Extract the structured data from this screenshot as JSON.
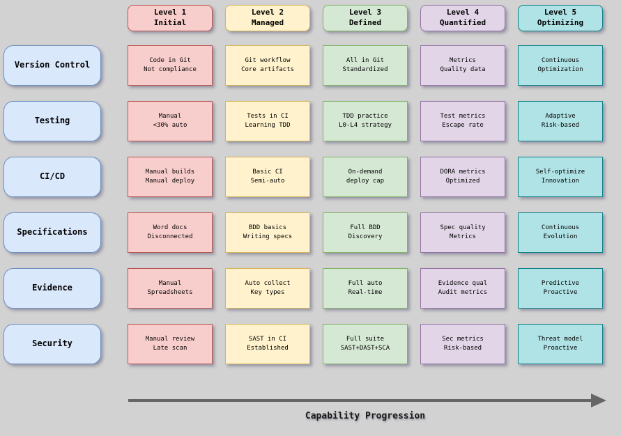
{
  "page": {
    "background": "#d2d2d2"
  },
  "columns": [
    {
      "id": "level1",
      "title": "Level 1",
      "subtitle": "Initial",
      "fill": "#f8cecc",
      "stroke": "#b85450"
    },
    {
      "id": "level2",
      "title": "Level 2",
      "subtitle": "Managed",
      "fill": "#fff2cc",
      "stroke": "#d6b656"
    },
    {
      "id": "level3",
      "title": "Level 3",
      "subtitle": "Defined",
      "fill": "#d5e8d4",
      "stroke": "#82b366"
    },
    {
      "id": "level4",
      "title": "Level 4",
      "subtitle": "Quantified",
      "fill": "#e1d5e7",
      "stroke": "#9673a6"
    },
    {
      "id": "level5",
      "title": "Level 5",
      "subtitle": "Optimizing",
      "fill": "#b0e3e6",
      "stroke": "#0e8088"
    }
  ],
  "row_header_style": {
    "fill": "#dae8fc",
    "stroke": "#6c8ebf"
  },
  "rows": [
    {
      "id": "version-control",
      "label": "Version Control",
      "cells": [
        {
          "line1": "Code in Git",
          "line2": "Not compliance"
        },
        {
          "line1": "Git workflow",
          "line2": "Core artifacts"
        },
        {
          "line1": "All in Git",
          "line2": "Standardized"
        },
        {
          "line1": "Metrics",
          "line2": "Quality data"
        },
        {
          "line1": "Continuous",
          "line2": "Optimization"
        }
      ]
    },
    {
      "id": "testing",
      "label": "Testing",
      "cells": [
        {
          "line1": "Manual",
          "line2": "<30% auto"
        },
        {
          "line1": "Tests in CI",
          "line2": "Learning TDD"
        },
        {
          "line1": "TDD practice",
          "line2": "L0-L4 strategy"
        },
        {
          "line1": "Test metrics",
          "line2": "Escape rate"
        },
        {
          "line1": "Adaptive",
          "line2": "Risk-based"
        }
      ]
    },
    {
      "id": "cicd",
      "label": "CI/CD",
      "cells": [
        {
          "line1": "Manual builds",
          "line2": "Manual deploy"
        },
        {
          "line1": "Basic CI",
          "line2": "Semi-auto"
        },
        {
          "line1": "On-demand",
          "line2": "deploy cap"
        },
        {
          "line1": "DORA metrics",
          "line2": "Optimized"
        },
        {
          "line1": "Self-optimize",
          "line2": "Innovation"
        }
      ]
    },
    {
      "id": "specifications",
      "label": "Specifications",
      "cells": [
        {
          "line1": "Word docs",
          "line2": "Disconnected"
        },
        {
          "line1": "BDD basics",
          "line2": "Writing specs"
        },
        {
          "line1": "Full BDD",
          "line2": "Discovery"
        },
        {
          "line1": "Spec quality",
          "line2": "Metrics"
        },
        {
          "line1": "Continuous",
          "line2": "Evolution"
        }
      ]
    },
    {
      "id": "evidence",
      "label": "Evidence",
      "cells": [
        {
          "line1": "Manual",
          "line2": "Spreadsheets"
        },
        {
          "line1": "Auto collect",
          "line2": "Key types"
        },
        {
          "line1": "Full auto",
          "line2": "Real-time"
        },
        {
          "line1": "Evidence qual",
          "line2": "Audit metrics"
        },
        {
          "line1": "Predictive",
          "line2": "Proactive"
        }
      ]
    },
    {
      "id": "security",
      "label": "Security",
      "cells": [
        {
          "line1": "Manual review",
          "line2": "Late scan"
        },
        {
          "line1": "SAST in CI",
          "line2": "Established"
        },
        {
          "line1": "Full suite",
          "line2": "SAST+DAST+SCA"
        },
        {
          "line1": "Sec metrics",
          "line2": "Risk-based"
        },
        {
          "line1": "Threat model",
          "line2": "Proactive"
        }
      ]
    }
  ],
  "footer": {
    "label": "Capability Progression",
    "arrow_color": "#666666"
  }
}
